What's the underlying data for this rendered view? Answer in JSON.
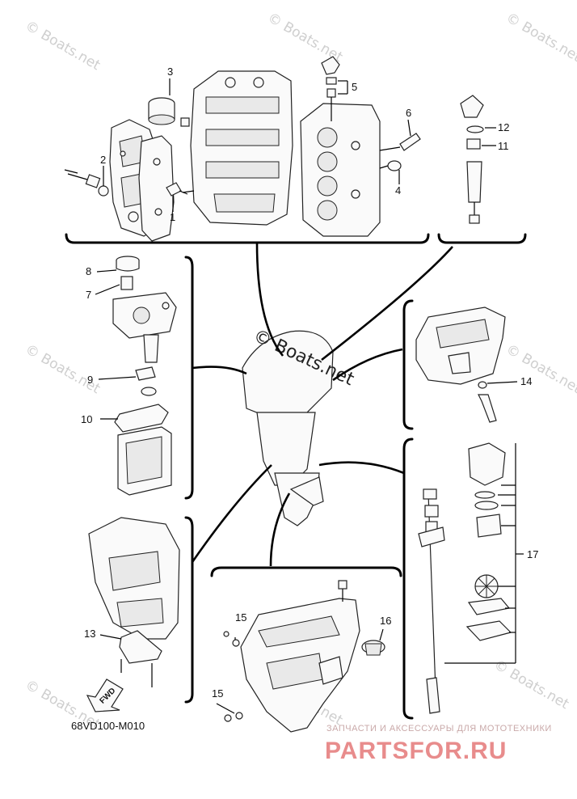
{
  "diagram_code": "68VD100-M010",
  "fwd_label": "FWD",
  "watermark": "© Boats.net",
  "advert": {
    "small_text": "ЗАПЧАСТИ И АКСЕССУАРЫ ДЛЯ МОТОТЕХНИКИ",
    "brand_text": "PARTSFOR.RU"
  },
  "callouts": {
    "c1": "1",
    "c2": "2",
    "c3": "3",
    "c4": "4",
    "c5": "5",
    "c6": "6",
    "c7": "7",
    "c8": "8",
    "c9": "9",
    "c10": "10",
    "c11": "11",
    "c12": "12",
    "c13": "13",
    "c14": "14",
    "c15a": "15",
    "c15b": "15",
    "c16": "16",
    "c17": "17"
  },
  "colors": {
    "line": "#000000",
    "watermark": "#cfcfcf",
    "advert_brand": "#e88c8c"
  }
}
